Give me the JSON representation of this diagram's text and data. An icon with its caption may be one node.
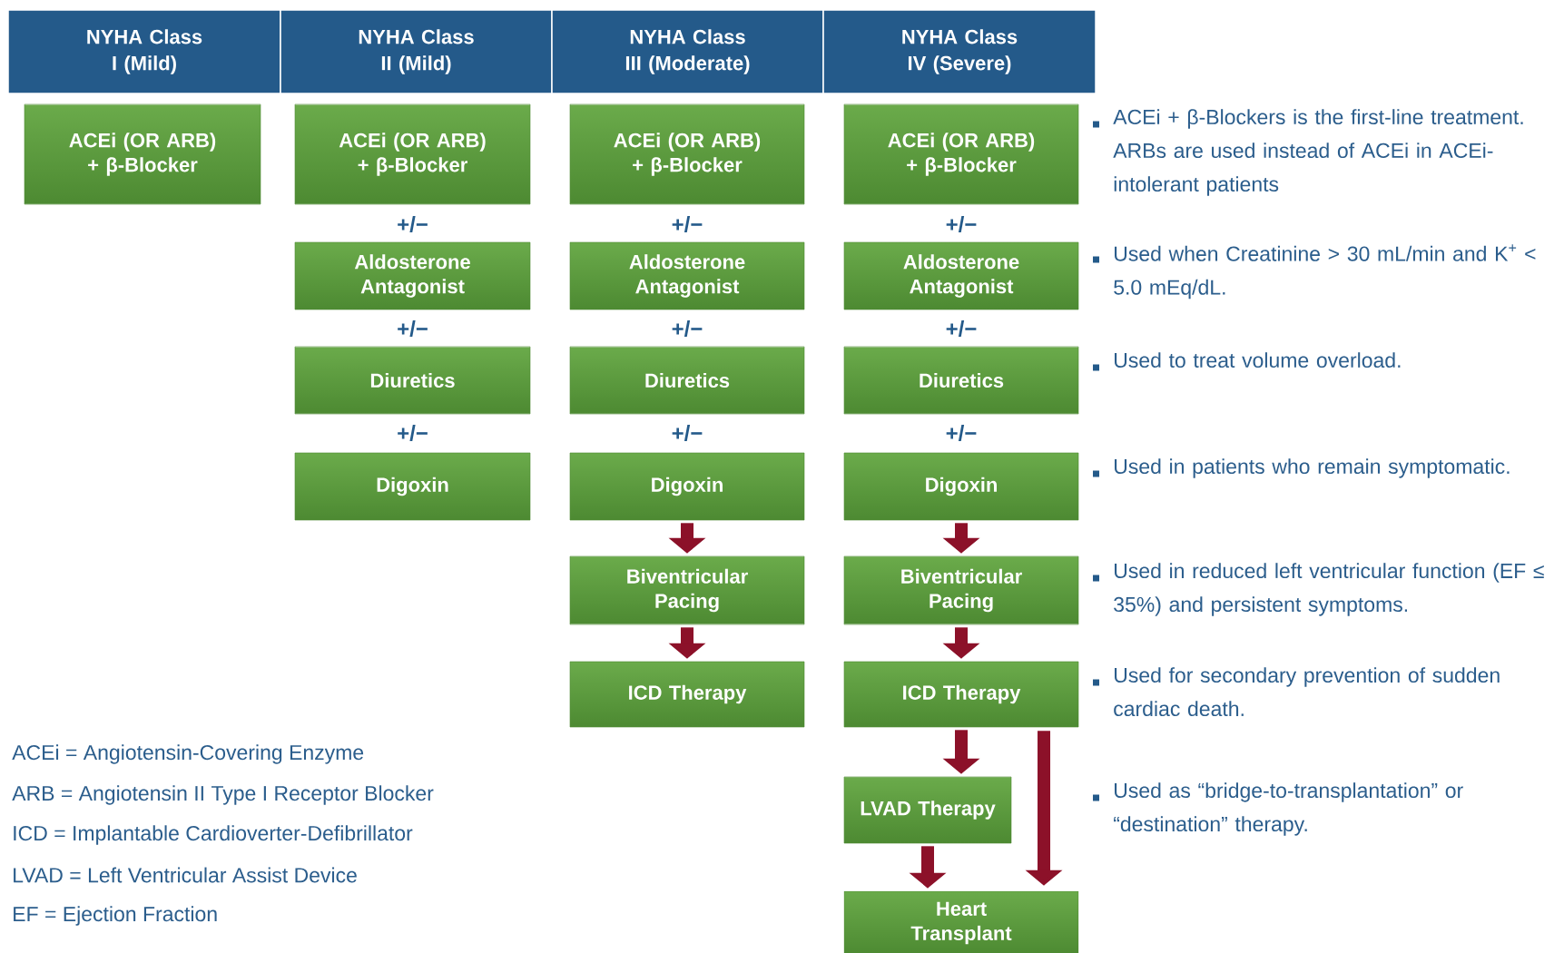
{
  "diagram": {
    "nodes": [
      {
        "text": [
          "NYHA Class I (Mild)"
        ]
      },
      {
        "text": [
          "NYHA Class II (Mild)"
        ]
      },
      {
        "text": [
          "NYHA Class III (Moderate)"
        ]
      },
      {
        "text": [
          "NYHA Class IV (Severe)"
        ]
      },
      {
        "text": [
          "ACEi (OR ARB) + β-Blocker"
        ]
      },
      {
        "text": [
          "ACEi (OR ARB) + β-Blocker"
        ]
      },
      {
        "text": [
          "Aldosterone Antagonist"
        ]
      },
      {
        "text": [
          "Diuretics"
        ]
      },
      {
        "text": [
          "Digoxin"
        ]
      },
      {
        "text": [
          "ACEi (OR ARB) + β-Blocker"
        ]
      },
      {
        "text": [
          "Aldosterone Antagonist"
        ]
      },
      {
        "text": [
          "Diuretics"
        ]
      },
      {
        "text": [
          "Digoxin"
        ]
      },
      {
        "text": [
          "Biventricular Pacing"
        ]
      },
      {
        "text": [
          "ICD Therapy"
        ]
      },
      {
        "text": [
          "ACEi (OR ARB) + β-Blocker"
        ]
      },
      {
        "text": [
          "Aldosterone Antagonist"
        ]
      },
      {
        "text": [
          "Diuretics"
        ]
      },
      {
        "text": [
          "Digoxin"
        ]
      },
      {
        "text": [
          "Biventricular Pacing"
        ]
      },
      {
        "text": [
          "ICD Therapy"
        ]
      },
      {
        "text": [
          "LVAD Therapy"
        ]
      },
      {
        "text": [
          "Heart Transplant"
        ]
      }
    ],
    "edges": [
      {
        "from": 12,
        "to": 13,
        "arrow": "to"
      },
      {
        "from": 13,
        "to": 14,
        "arrow": "to"
      },
      {
        "from": 18,
        "to": 19,
        "arrow": "to"
      },
      {
        "from": 19,
        "to": 20,
        "arrow": "to"
      },
      {
        "from": 20,
        "to": 21,
        "arrow": "to"
      },
      {
        "from": 21,
        "to": 22,
        "arrow": "to"
      },
      {
        "from": 20,
        "to": 22,
        "arrow": "to"
      }
    ],
    "labels": [
      "+/−",
      "+/−",
      "+/−",
      "+/−",
      "+/−",
      "+/−",
      "+/−",
      "+/−",
      "+/−",
      "ACEi + β-Blockers is the first-line treatment. ARBs are used instead of ACEi in ACEi-intolerant patients",
      "Used when Creatinine > 30 mL/min and K$^{+}$ < 5.0 mEq/dL.",
      "Used to treat volume overload.",
      "Used in patients who remain symptomatic.",
      "Used in reduced left ventricular function (EF ≤ 35%) and persistent symptoms.",
      "Used for secondary prevention of sudden cardiac death.",
      "Used as “bridge-to-transplantation” or “destination” therapy.",
      "ACEi = Angiotensin-Covering Enzyme",
      "ARB = Angiotensin II Type I Receptor Blocker",
      "ICD = Implantable Cardioverter-Defibrillator",
      "LVAD = Left Ventricular Assist Device",
      "EF = Ejection Fraction"
    ]
  }
}
